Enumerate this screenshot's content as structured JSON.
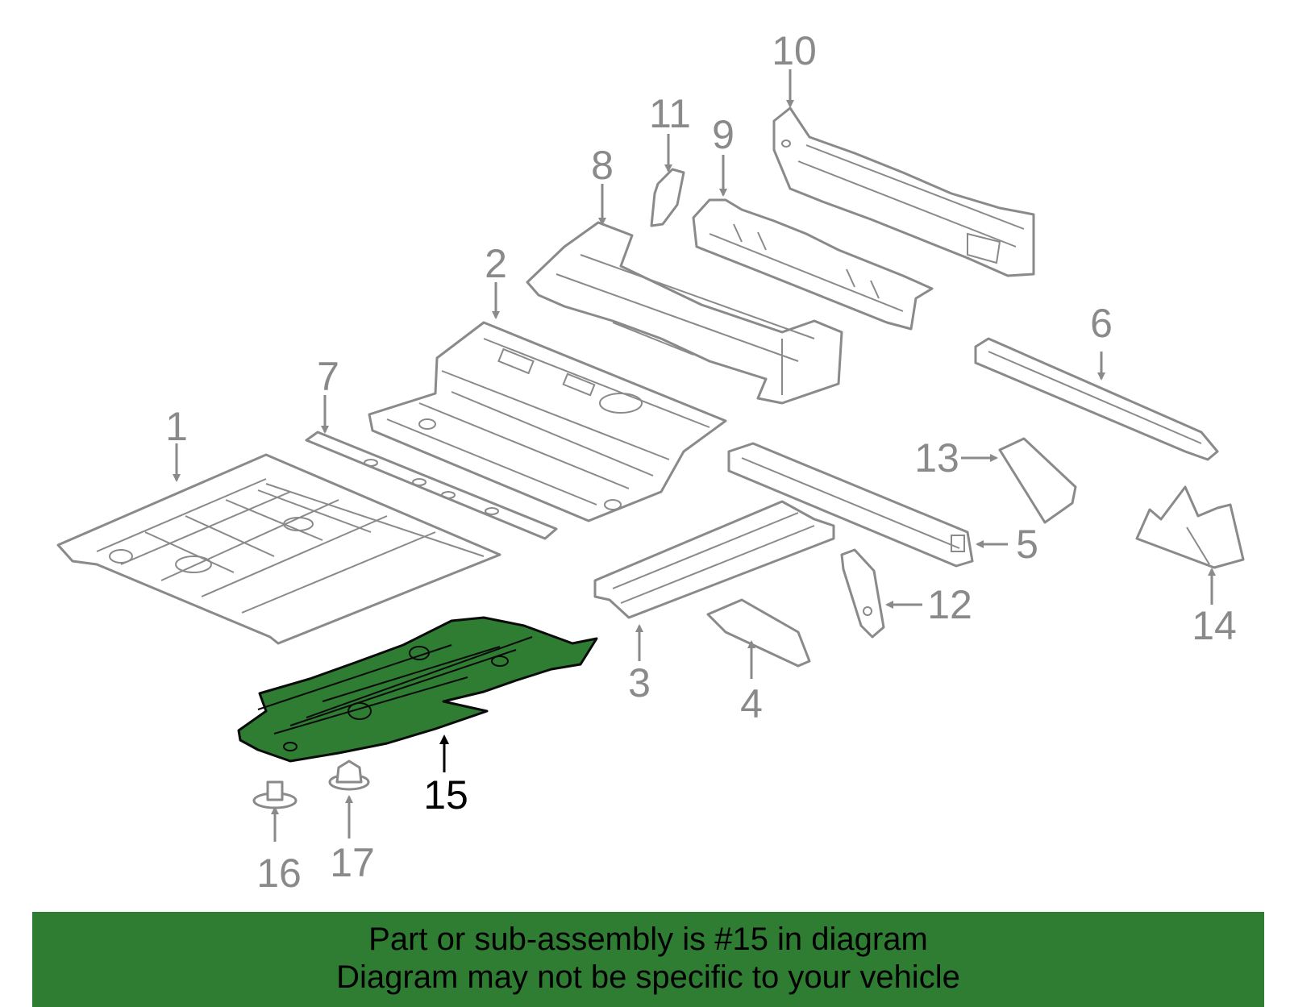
{
  "colors": {
    "highlight": "#2e7d32",
    "part_outline": "#8a8a8a",
    "label": "#8a8a8a",
    "highlight_label": "#000000",
    "footer_bg": "#2e7d32"
  },
  "callouts": {
    "p1": "1",
    "p2": "2",
    "p3": "3",
    "p4": "4",
    "p5": "5",
    "p6": "6",
    "p7": "7",
    "p8": "8",
    "p9": "9",
    "p10": "10",
    "p11": "11",
    "p12": "12",
    "p13": "13",
    "p14": "14",
    "p15": "15",
    "p16": "16",
    "p17": "17"
  },
  "highlighted_part": "15",
  "footer": {
    "line1": "Part or sub-assembly is #15 in diagram",
    "line2": "Diagram may not be specific to your vehicle"
  }
}
